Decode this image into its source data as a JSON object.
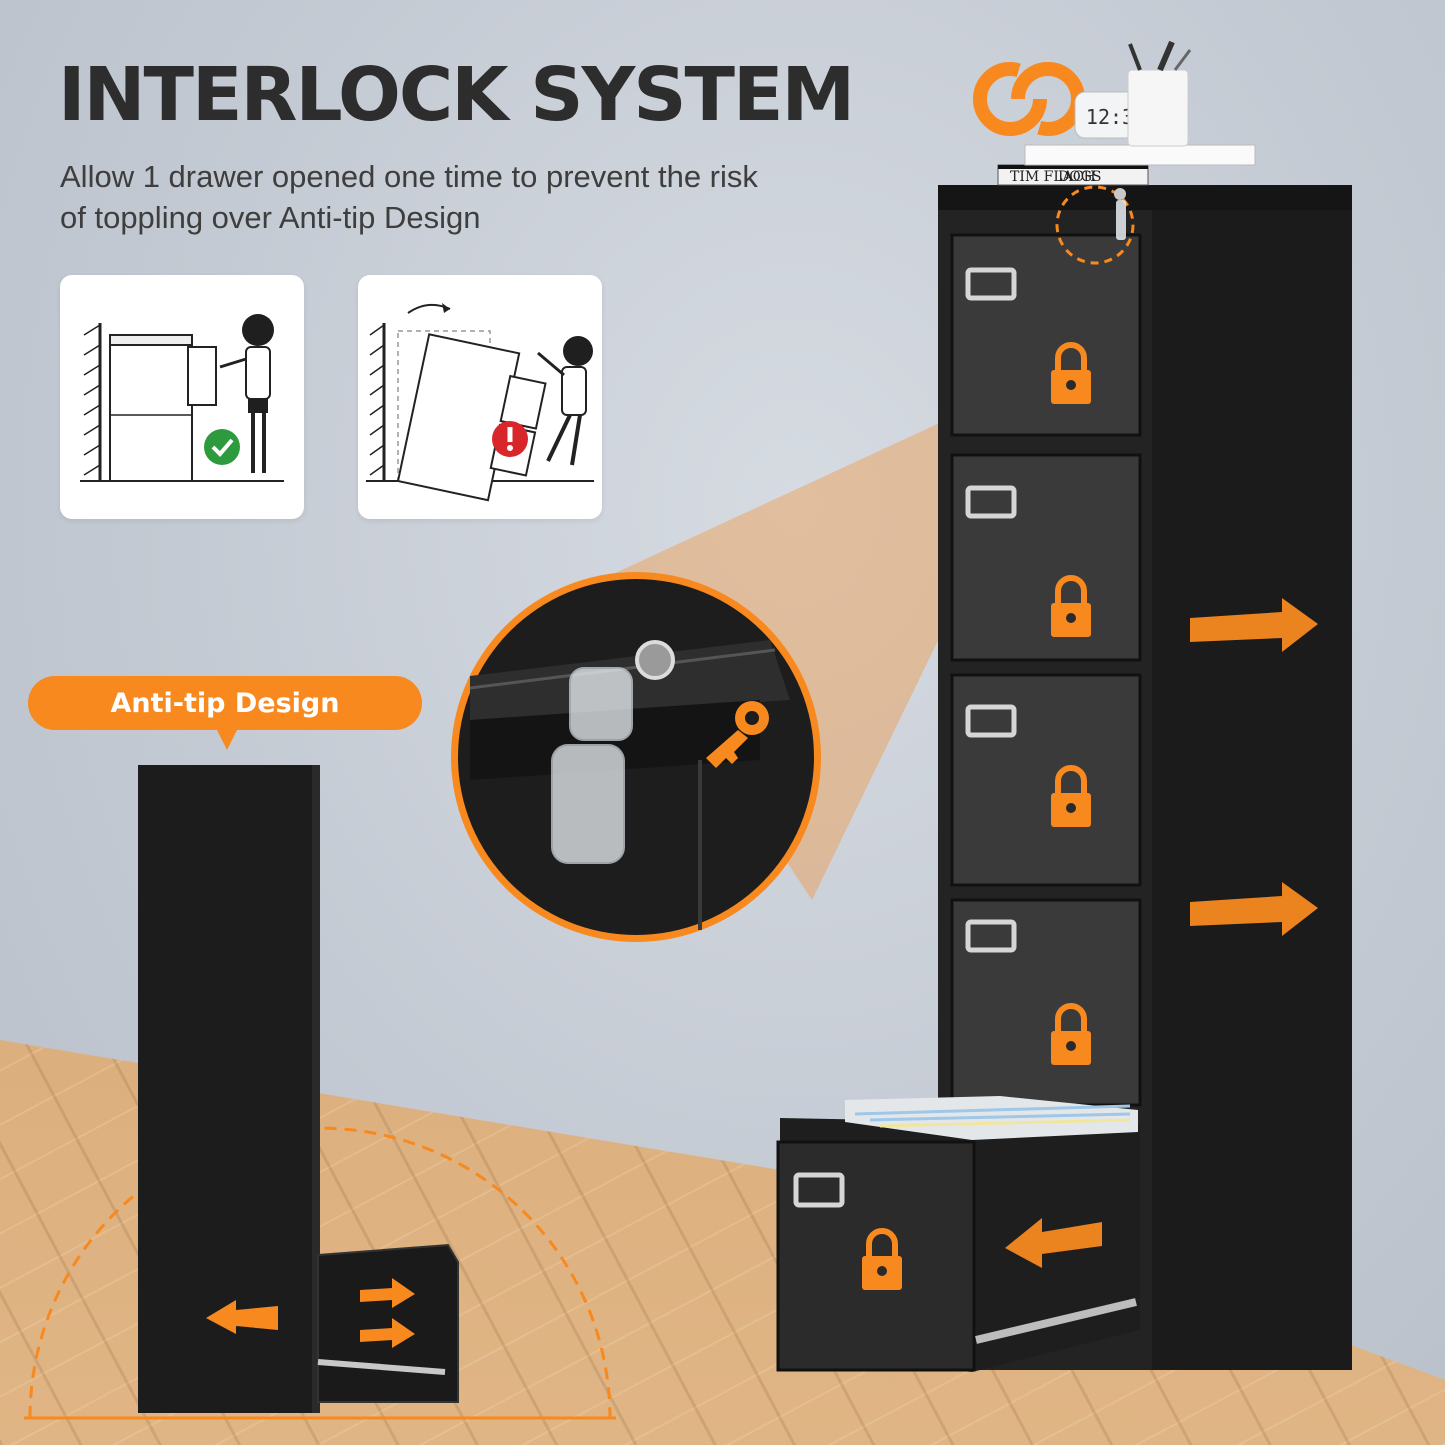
{
  "headline": "INTERLOCK SYSTEM",
  "subtitle": "Allow 1 drawer opened one time to prevent the risk of toppling over Anti-tip Design",
  "callout": "Anti-tip Design",
  "book_labels": [
    "DOGS",
    "TIM FLACH"
  ],
  "clock_digits": "12:3",
  "cards": [
    {
      "status": "safe",
      "icon": "check-icon"
    },
    {
      "status": "warning",
      "icon": "exclamation-icon"
    }
  ],
  "cabinet": {
    "drawers": 5,
    "open_drawer": 5
  },
  "colors": {
    "accent": "#f7891f",
    "safe": "#2e9a3e",
    "warning": "#d9262a",
    "cabinet": "#1b1b1b"
  }
}
